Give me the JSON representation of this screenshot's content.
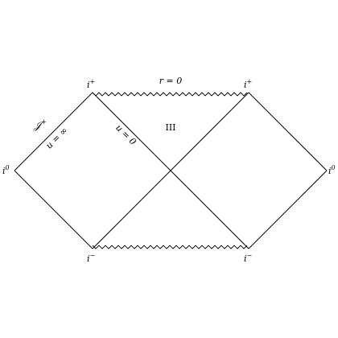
{
  "diagram": {
    "title": "",
    "line_color": "#000000",
    "background": "#ffffff",
    "labels": {
      "i_plus_left": {
        "base": "i",
        "sup": "+"
      },
      "i_plus_right": {
        "base": "i",
        "sup": "+"
      },
      "i_minus_left": {
        "base": "i",
        "sup": "−"
      },
      "i_minus_right": {
        "base": "i",
        "sup": "−"
      },
      "i0_left": {
        "base": "i",
        "sup": "0"
      },
      "i0_right": {
        "base": "i",
        "sup": "0"
      },
      "scri_plus": {
        "base": "𝒥",
        "sup": "+"
      },
      "r_zero": "r = 0",
      "u_infinity": "u = ∞",
      "u_zero": "u = 0",
      "region_III": "III"
    },
    "edges": [
      {
        "name": "future-null-infinity-left",
        "from": "i0_left",
        "to": "i_plus_left",
        "style": "solid"
      },
      {
        "name": "past-null-infinity-left",
        "from": "i0_left",
        "to": "i_minus_left",
        "style": "solid"
      },
      {
        "name": "future-singularity",
        "from": "i_plus_left",
        "to": "i_plus_right",
        "style": "zigzag"
      },
      {
        "name": "past-singularity",
        "from": "i_minus_left",
        "to": "i_minus_right",
        "style": "zigzag"
      },
      {
        "name": "horizon-u-zero",
        "from": "i_plus_left",
        "to": "i_minus_right",
        "style": "solid"
      },
      {
        "name": "horizon-v-zero",
        "from": "i_minus_left",
        "to": "i_plus_right",
        "style": "solid"
      },
      {
        "name": "future-null-infinity-right",
        "from": "i_plus_right",
        "to": "i0_right",
        "style": "solid"
      },
      {
        "name": "past-null-infinity-right",
        "from": "i_minus_right",
        "to": "i0_right",
        "style": "solid"
      }
    ]
  }
}
